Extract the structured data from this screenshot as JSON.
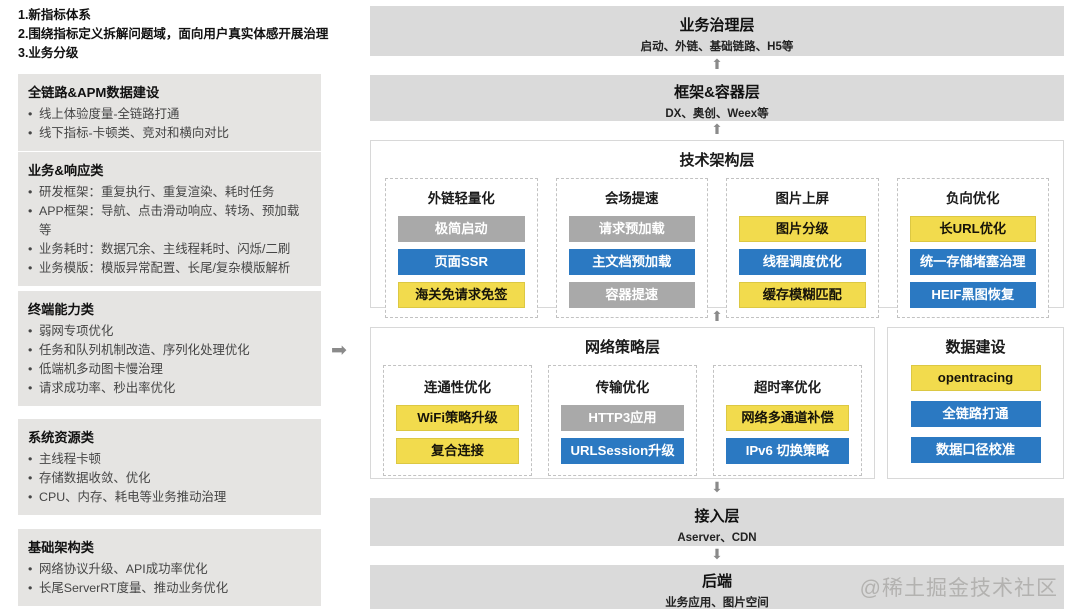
{
  "notes": {
    "lines": [
      "1.新指标体系",
      "2.围绕指标定义拆解问题域，面向用户真实体感开展治理",
      "3.业务分级"
    ]
  },
  "left_panels": [
    {
      "title": "全链路&APM数据建设",
      "bullets": [
        "线上体验度量-全链路打通",
        "线下指标-卡顿类、竞对和横向对比"
      ]
    },
    {
      "title": "业务&响应类",
      "bullets": [
        "研发框架：重复执行、重复渲染、耗时任务",
        "APP框架：导航、点击滑动响应、转场、预加载等",
        "业务耗时：数据冗余、主线程耗时、闪烁/二刷",
        "业务模版：模版异常配置、长尾/复杂模版解析"
      ]
    },
    {
      "title": "终端能力类",
      "bullets": [
        "弱网专项优化",
        "任务和队列机制改造、序列化处理优化",
        "低端机多动图卡慢治理",
        "请求成功率、秒出率优化"
      ]
    },
    {
      "title": "系统资源类",
      "bullets": [
        "主线程卡顿",
        "存储数据收敛、优化",
        "CPU、内存、耗电等业务推动治理"
      ]
    },
    {
      "title": "基础架构类",
      "bullets": [
        "网络协议升级、API成功率优化",
        "长尾ServerRT度量、推动业务优化"
      ]
    }
  ],
  "arrows": {
    "up": "⬆",
    "down": "⬇",
    "right": "➡"
  },
  "layers": {
    "governance": {
      "title": "业务治理层",
      "subtitle": "启动、外链、基础链路、H5等"
    },
    "framework": {
      "title": "框架&容器层",
      "subtitle": "DX、奥创、Weex等"
    },
    "tech": {
      "title": "技术架构层",
      "columns": [
        {
          "title": "外链轻量化",
          "chips": [
            {
              "label": "极简启动",
              "color": "gray"
            },
            {
              "label": "页面SSR",
              "color": "blue"
            },
            {
              "label": "海关免请求免签",
              "color": "yellow"
            }
          ]
        },
        {
          "title": "会场提速",
          "chips": [
            {
              "label": "请求预加载",
              "color": "gray"
            },
            {
              "label": "主文档预加载",
              "color": "blue"
            },
            {
              "label": "容器提速",
              "color": "gray"
            }
          ]
        },
        {
          "title": "图片上屏",
          "chips": [
            {
              "label": "图片分级",
              "color": "yellow"
            },
            {
              "label": "线程调度优化",
              "color": "blue"
            },
            {
              "label": "缓存模糊匹配",
              "color": "yellow"
            }
          ]
        },
        {
          "title": "负向优化",
          "chips": [
            {
              "label": "长URL优化",
              "color": "yellow"
            },
            {
              "label": "统一存储堵塞治理",
              "color": "blue"
            },
            {
              "label": "HEIF黑图恢复",
              "color": "blue"
            }
          ]
        }
      ]
    },
    "network": {
      "title": "网络策略层",
      "columns": [
        {
          "title": "连通性优化",
          "chips": [
            {
              "label": "WiFi策略升级",
              "color": "yellow"
            },
            {
              "label": "复合连接",
              "color": "yellow"
            }
          ]
        },
        {
          "title": "传输优化",
          "chips": [
            {
              "label": "HTTP3应用",
              "color": "gray"
            },
            {
              "label": "URLSession升级",
              "color": "blue"
            }
          ]
        },
        {
          "title": "超时率优化",
          "chips": [
            {
              "label": "网络多通道补偿",
              "color": "yellow"
            },
            {
              "label": "IPv6 切换策略",
              "color": "blue"
            }
          ]
        }
      ]
    },
    "data_build": {
      "title": "数据建设",
      "chips": [
        {
          "label": "opentracing",
          "color": "yellow"
        },
        {
          "label": "全链路打通",
          "color": "blue"
        },
        {
          "label": "数据口径校准",
          "color": "blue"
        }
      ]
    },
    "access": {
      "title": "接入层",
      "subtitle": "Aserver、CDN"
    },
    "backend": {
      "title": "后端",
      "subtitle": "业务应用、图片空间"
    }
  },
  "watermark": "@稀土掘金技术社区",
  "colors": {
    "chip_yellow": "#F2DB4D",
    "chip_blue": "#2B79C2",
    "chip_gray": "#A9A9A9",
    "layer_bar": "#DADADA",
    "left_panel": "#E5E4E2"
  }
}
